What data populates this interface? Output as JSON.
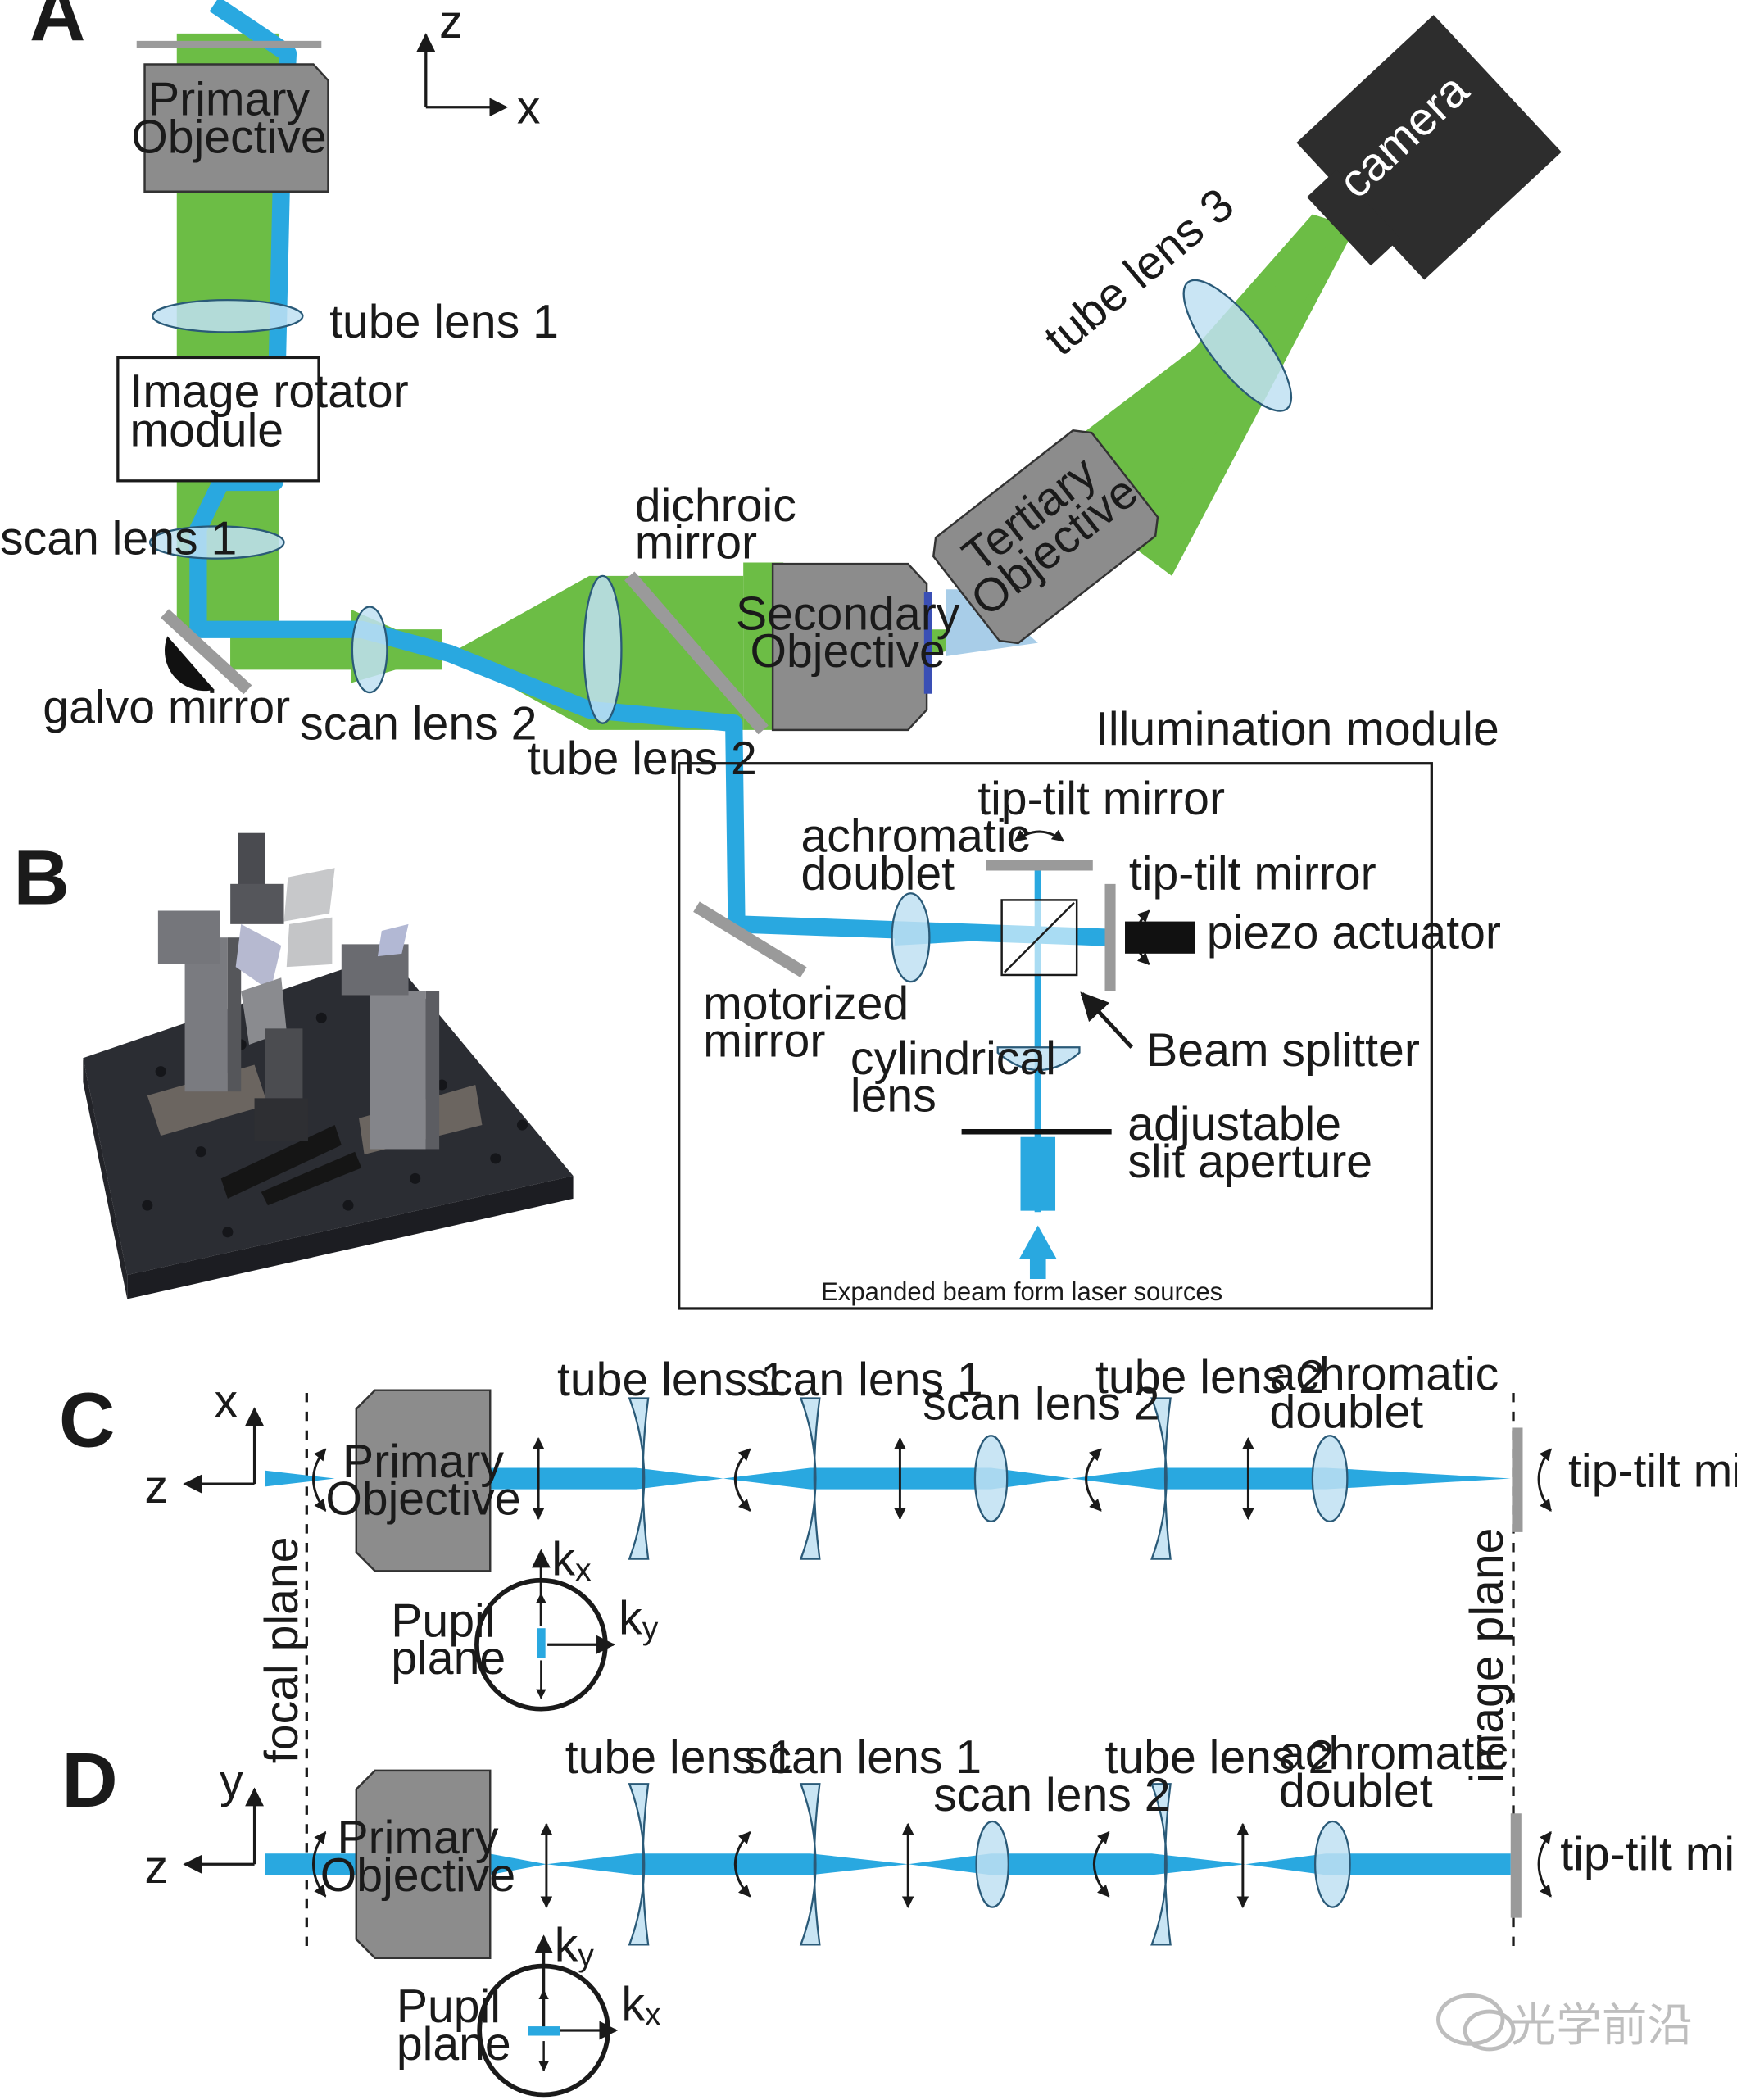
{
  "colors": {
    "green": "#6cbd45",
    "blue": "#29a8e0",
    "gray_obj": "#8c8c8c",
    "lens_fill": "#bfe0f2",
    "lens_stroke": "#2a5a78",
    "mirror": "#9a9a9a",
    "dark": "#1a1a1a"
  },
  "panels": {
    "a": "A",
    "b": "B",
    "c": "C",
    "d": "D"
  },
  "axes_a": {
    "z": "z",
    "x": "x"
  },
  "axes_c": {
    "up": "x",
    "left": "z"
  },
  "axes_d": {
    "up": "y",
    "left": "z"
  },
  "a": {
    "primary_objective": [
      "Primary",
      "Objective"
    ],
    "tube_lens_1": "tube lens 1",
    "image_rotator": [
      "Image rotator",
      "module"
    ],
    "scan_lens_1": "scan lens 1",
    "galvo_mirror": "galvo mirror",
    "scan_lens_2": "scan lens 2",
    "tube_lens_2": "tube lens 2",
    "dichroic_mirror": [
      "dichroic",
      "mirror"
    ],
    "secondary_objective": [
      "Secondary",
      "Objective"
    ],
    "tertiary_objective": [
      "Tertiary",
      "Objective"
    ],
    "tube_lens_3": "tube lens 3",
    "camera": "camera"
  },
  "illumination": {
    "title": "Illumination module",
    "tip_tilt_top": "tip-tilt mirror",
    "tip_tilt_right": "tip-tilt mirror",
    "achromatic_doublet": [
      "achromatic",
      "doublet"
    ],
    "piezo_actuator": "piezo actuator",
    "motorized_mirror": [
      "motorized",
      "mirror"
    ],
    "beam_splitter": "Beam splitter",
    "cylindrical_lens": [
      "cylindrical",
      "lens"
    ],
    "slit_aperture": [
      "adjustable",
      "slit aperture"
    ],
    "laser_source": "Expanded beam form laser sources"
  },
  "c": {
    "primary_objective": [
      "Primary",
      "Objective"
    ],
    "tube_lens_1": "tube lens 1",
    "scan_lens_1": "scan lens 1",
    "scan_lens_2": "scan lens 2",
    "tube_lens_2": "tube lens 2",
    "achromatic_doublet": [
      "achromatic",
      "doublet"
    ],
    "tip_tilt_mirror": "tip-tilt mirror",
    "pupil_plane": [
      "Pupil",
      "plane"
    ],
    "k_up": "k",
    "k_up_sub": "x",
    "k_right": "k",
    "k_right_sub": "y",
    "focal_plane": "focal plane",
    "image_plane": "image plane"
  },
  "d": {
    "primary_objective": [
      "Primary",
      "Objective"
    ],
    "tube_lens_1": "tube lens 1",
    "scan_lens_1": "scan lens 1",
    "scan_lens_2": "scan lens 2",
    "tube_lens_2": "tube lens 2",
    "achromatic_doublet": [
      "achromatic",
      "doublet"
    ],
    "tip_tilt_mirror": "tip-tilt mirror",
    "pupil_plane": [
      "Pupil",
      "plane"
    ],
    "k_up": "k",
    "k_up_sub": "y",
    "k_right": "k",
    "k_right_sub": "x"
  },
  "watermark": "光学前沿"
}
